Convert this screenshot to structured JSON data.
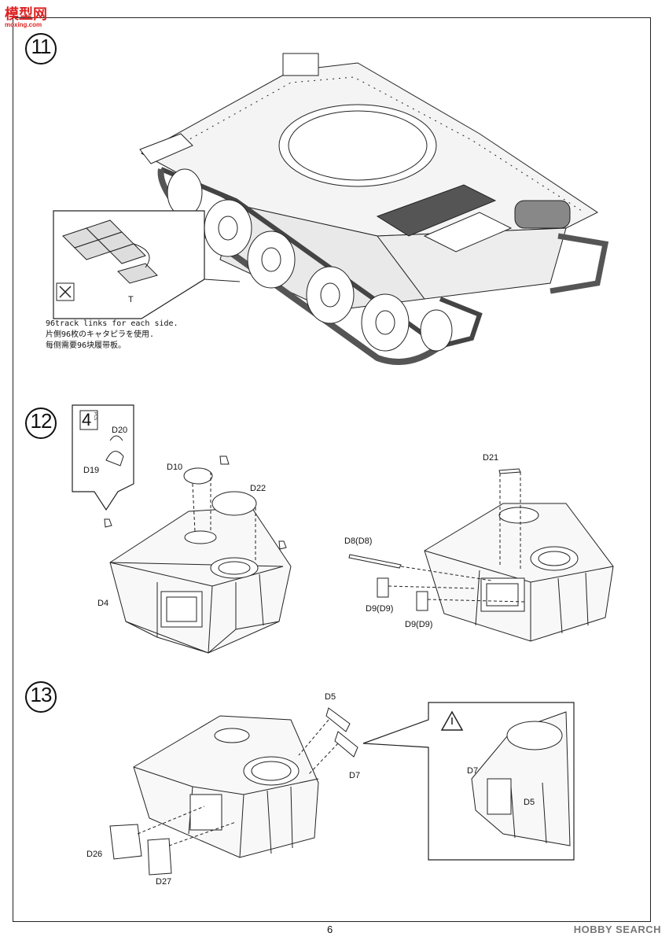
{
  "watermark": {
    "title": "模型网",
    "sub": "moxing.com"
  },
  "steps": [
    {
      "number": "11"
    },
    {
      "number": "12"
    },
    {
      "number": "13"
    }
  ],
  "step11": {
    "track_part": "T",
    "notes": [
      "96track links for each side.",
      "片側96枚のキャタピラを使用.",
      "每侧需要96块履带板。"
    ]
  },
  "step12": {
    "pcs_count": "4",
    "pcs_unit": "PCS",
    "parts": {
      "d20": "D20",
      "d19": "D19",
      "d10": "D10",
      "d22": "D22",
      "d4": "D4",
      "d21": "D21",
      "d8": "D8(D8)",
      "d9a": "D9(D9)",
      "d9b": "D9(D9)"
    }
  },
  "step13": {
    "parts": {
      "d5": "D5",
      "d7": "D7",
      "d26": "D26",
      "d27": "D27",
      "d7_detail": "D7",
      "d5_detail": "D5"
    }
  },
  "footer": {
    "page": "6",
    "site": "HOBBY SEARCH"
  }
}
